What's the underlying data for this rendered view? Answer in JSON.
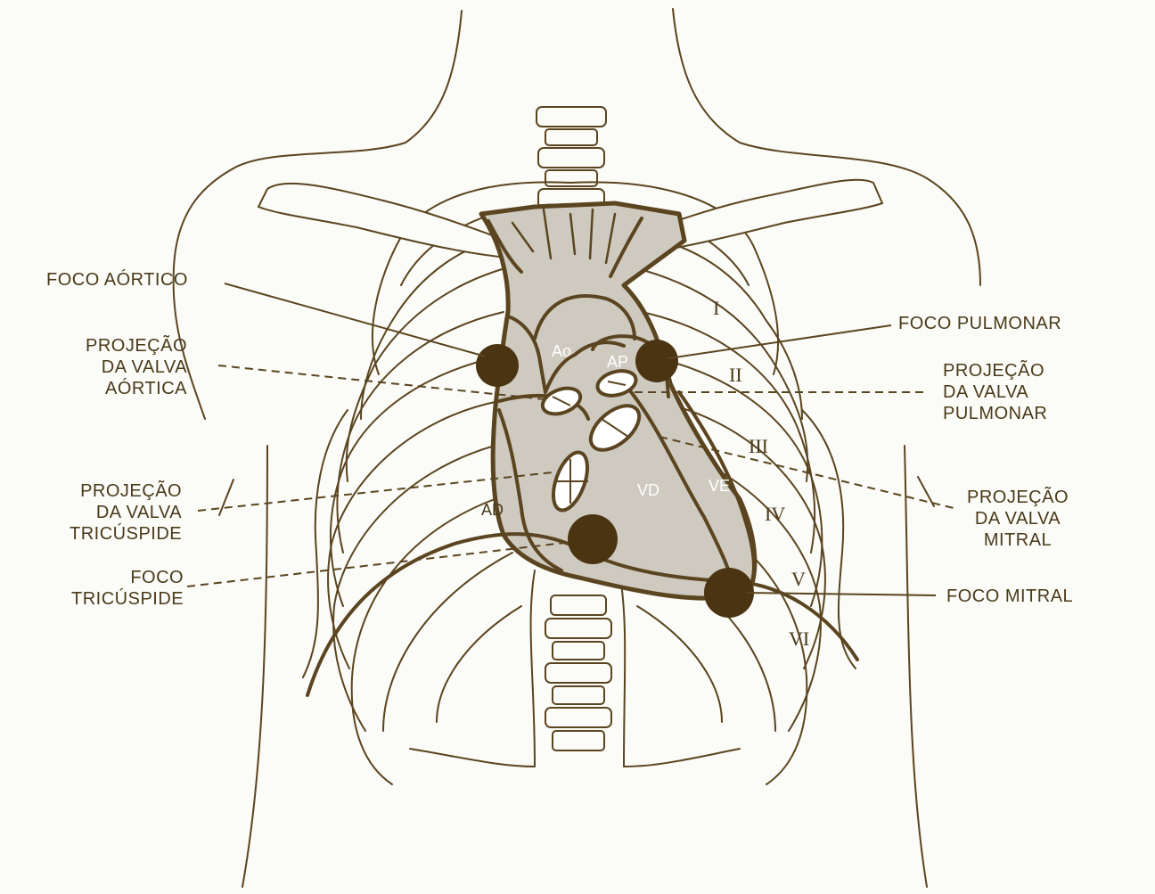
{
  "colors": {
    "ink": "#5a4520",
    "heart_fill": "#cfcac0",
    "focus_dot": "#4a3412",
    "background": "#fbfbf7"
  },
  "labels": {
    "foco_aortico": "FOCO AÓRTICO",
    "projecao_valva_aortica": [
      "PROJEÇÃO",
      "DA VALVA",
      "AÓRTICA"
    ],
    "projecao_valva_tricuspide": [
      "PROJEÇÃO",
      "DA VALVA",
      "TRICÚSPIDE"
    ],
    "foco_tricuspide": [
      "FOCO",
      "TRICÚSPIDE"
    ],
    "foco_pulmonar": "FOCO PULMONAR",
    "projecao_valva_pulmonar": [
      "PROJEÇÃO",
      "DA VALVA",
      "PULMONAR"
    ],
    "projecao_valva_mitral": [
      "PROJEÇÃO",
      "DA VALVA",
      "MITRAL"
    ],
    "foco_mitral": "FOCO MITRAL"
  },
  "chambers": {
    "aorta": "Ao",
    "pulmonary_artery": "AP",
    "right_atrium": "AD",
    "right_ventricle": "VD",
    "left_ventricle": "VE"
  },
  "rib_numerals": [
    "I",
    "II",
    "III",
    "IV",
    "V",
    "VI"
  ]
}
